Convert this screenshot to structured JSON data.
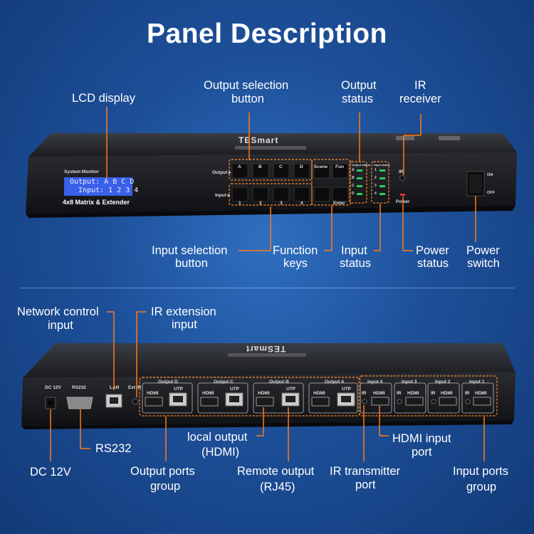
{
  "title": "Panel Description",
  "front": {
    "labels": {
      "lcd": "LCD display",
      "output_sel_1": "Output selection",
      "output_sel_2": "button",
      "output_status_1": "Output",
      "output_status_2": "status",
      "ir_receiver_1": "IR",
      "ir_receiver_2": "receiver",
      "input_sel_1": "Input selection",
      "input_sel_2": "button",
      "function_1": "Function",
      "function_2": "keys",
      "input_status_1": "Input",
      "input_status_2": "status",
      "power_status_1": "Power",
      "power_status_2": "status",
      "power_switch_1": "Power",
      "power_switch_2": "switch"
    },
    "device": {
      "brand": "TESmart",
      "system_monitor": "System Monitor",
      "lcd_line1": "Output: A B C D",
      "lcd_line2": "  Input: 1 2 3 4",
      "model": "4x8 Matrix & Extender",
      "output_row": "Output ▸",
      "input_row": "Input ▸",
      "output_buttons": [
        "A",
        "B",
        "C",
        "D"
      ],
      "input_buttons": [
        "1",
        "2",
        "3",
        "4"
      ],
      "scene": "Scene",
      "fun": "Fun",
      "enter": "Enter",
      "output_status_title": "Output status",
      "input_status_title": "Input status",
      "output_leds": [
        "A",
        "B",
        "C",
        "D"
      ],
      "input_leds": [
        "1",
        "2",
        "3",
        "4"
      ],
      "ir": "IR",
      "power": "Power",
      "on": "ON",
      "off": "OFF"
    }
  },
  "back": {
    "labels": {
      "network_1": "Network control",
      "network_2": "input",
      "ir_ext_1": "IR extension",
      "ir_ext_2": "input",
      "rs232": "RS232",
      "dc": "DC 12V",
      "local_1": "local output",
      "local_2": "(HDMI)",
      "output_group_1": "Output ports",
      "output_group_2": "group",
      "remote_1": "Remote output",
      "remote_2": "(RJ45)",
      "ir_tx_1": "IR transmitter",
      "ir_tx_2": "port",
      "hdmi_in_1": "HDMI input",
      "hdmi_in_2": "port",
      "input_group_1": "Input ports",
      "input_group_2": "group"
    },
    "device": {
      "dc": "DC 12V",
      "rs232": "RS232",
      "lan": "LAN",
      "ext_ir": "Ext IR",
      "outputs": [
        "Output D",
        "Output C",
        "Output B",
        "Output A"
      ],
      "inputs": [
        "Input 4",
        "Input 3",
        "Input 2",
        "Input 1"
      ],
      "hdmi": "HDMI",
      "utp": "UTP",
      "ir": "IR"
    }
  }
}
